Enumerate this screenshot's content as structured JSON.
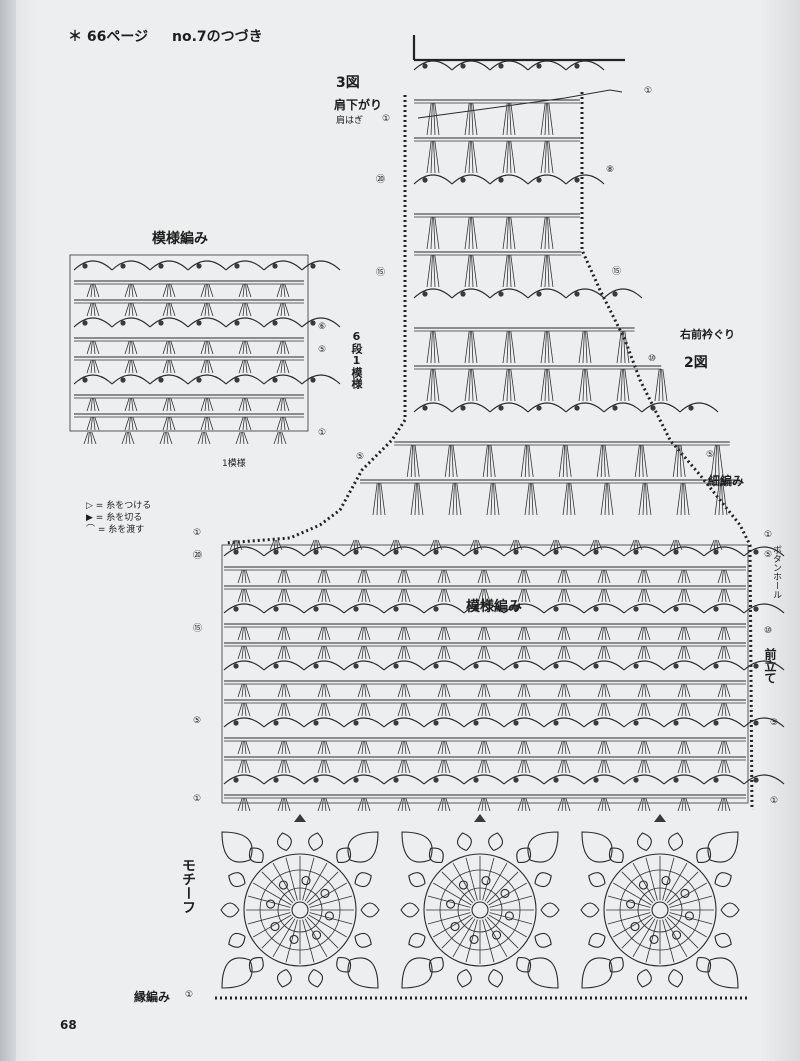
{
  "header": {
    "page_ref": "＊ 66ページ",
    "pattern_ref": "no.7のつづき"
  },
  "labels": {
    "fig3": "3図",
    "shoulder_drop": "肩下がり",
    "shoulder_seam": "肩はぎ",
    "right_front_neck": "右前衿ぐり",
    "fig2": "2図",
    "sample_title": "模様編み",
    "rep_rows": "6段1模様",
    "rep_stitches": "1模様",
    "main_pattern": "模様編み",
    "edging_sc": "細編み",
    "buttonhole": "ボタンホール",
    "front_band": "前立て",
    "motif": "モチーフ",
    "edge_knit": "縁編み",
    "page_number": "68"
  },
  "legend": [
    {
      "symbol": "▷ =",
      "text": "糸をつける"
    },
    {
      "symbol": "▶ =",
      "text": "糸を切る"
    },
    {
      "symbol": "⌒ =",
      "text": "糸を渡す"
    }
  ],
  "row_markers": {
    "sample": [
      "⑥",
      "⑤",
      "①"
    ],
    "main_left": [
      "①",
      "⑳",
      "⑮",
      "⑤",
      "①"
    ],
    "upper_left": [
      "①",
      "⑳",
      "⑮",
      "⑤"
    ],
    "upper_right": [
      "①",
      "⑧",
      "⑮",
      "⑩",
      "⑤"
    ],
    "side_right": [
      "①",
      "⑤",
      "⑩",
      "⑤",
      "①"
    ],
    "edge_marker": "①"
  },
  "colors": {
    "ink": "#2a2a2a",
    "paper": "#eceef0"
  }
}
